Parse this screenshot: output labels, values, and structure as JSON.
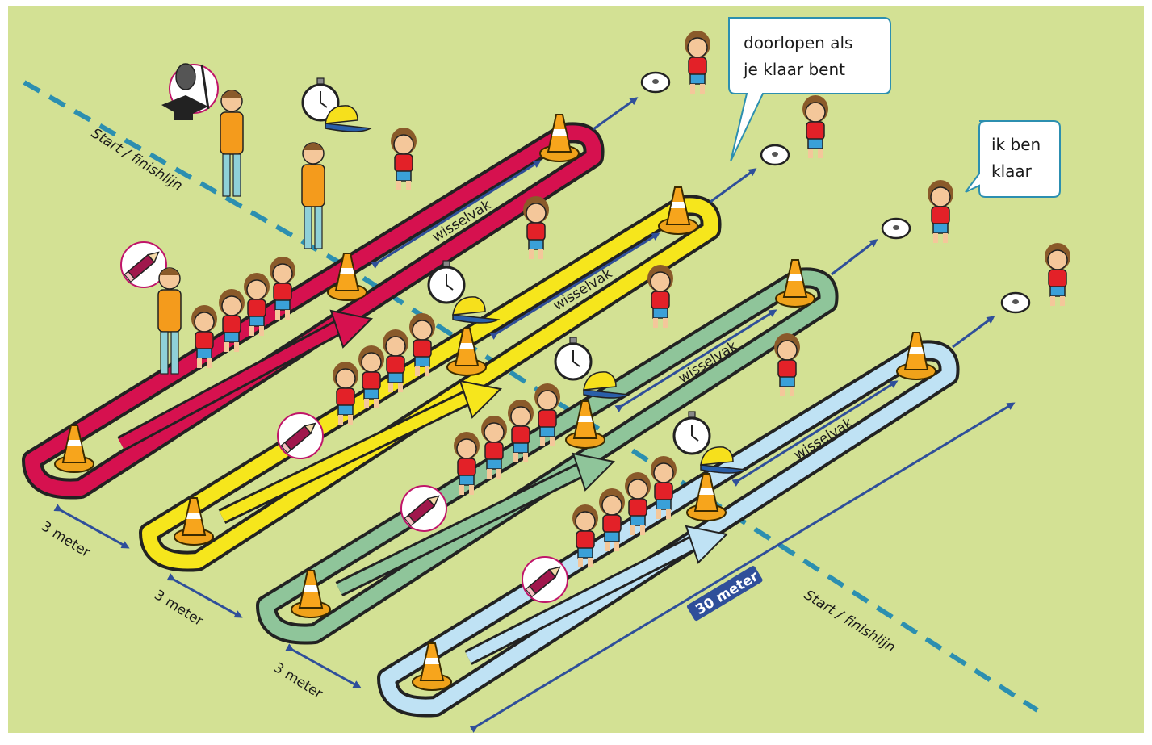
{
  "labels": {
    "start_finish": "Start / finishlijn",
    "relay_zone": "wisselvak",
    "gap": "3 meter",
    "distance": "30 meter"
  },
  "bubbles": {
    "continue_line1": "doorlopen als",
    "continue_line2": "je klaar bent",
    "done_line1": "ik ben",
    "done_line2": "klaar"
  },
  "lanes": [
    {
      "name": "red",
      "color": "#d6114f"
    },
    {
      "name": "yellow",
      "color": "#f6e61c"
    },
    {
      "name": "green",
      "color": "#8fc59a"
    },
    {
      "name": "blue",
      "color": "#bfe2f4"
    }
  ],
  "colors": {
    "field": "#d3e194",
    "start_line": "#2c8fb0",
    "arrow": "#2f4f9a",
    "cone": "#f6a21c"
  },
  "icons": [
    "traffic-cone-icon",
    "stopwatch-icon",
    "cap-icon",
    "pencil-icon",
    "mortarboard-icon",
    "marker-disc-icon",
    "child-figure-icon",
    "adult-figure-icon"
  ]
}
